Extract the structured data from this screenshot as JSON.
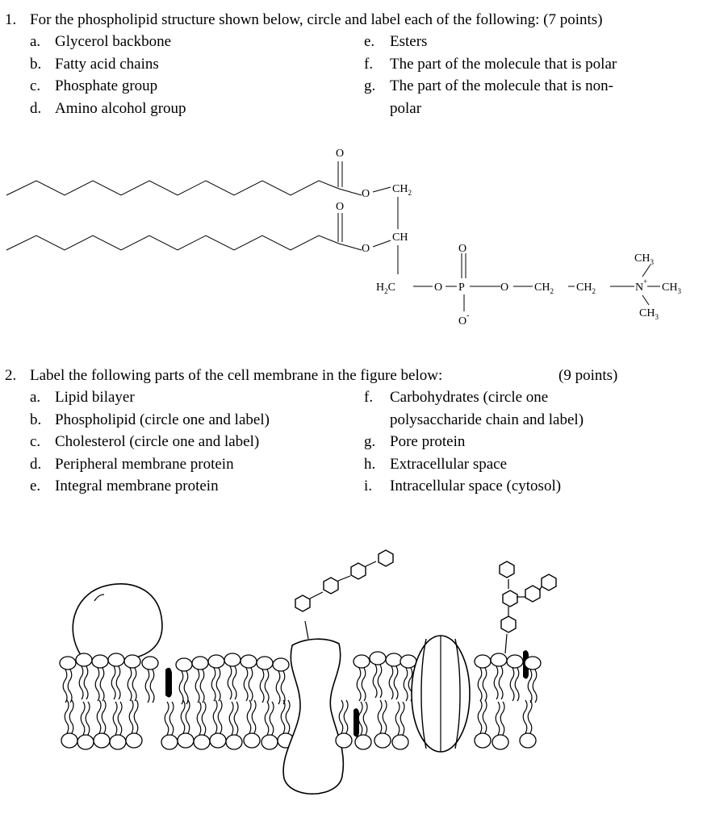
{
  "q1": {
    "number": "1.",
    "text": "For the phospholipid structure shown below, circle and label each of the following: (7 points)",
    "items": [
      {
        "letter": "a.",
        "text": "Glycerol backbone"
      },
      {
        "letter": "b.",
        "text": "Fatty acid chains"
      },
      {
        "letter": "c.",
        "text": "Phosphate group"
      },
      {
        "letter": "d.",
        "text": "Amino alcohol group"
      },
      {
        "letter": "e.",
        "text": "Esters"
      },
      {
        "letter": "f.",
        "text": "The part of the molecule that is polar"
      },
      {
        "letter": "g.",
        "text": "The part of the molecule that is non-"
      },
      {
        "letter": "",
        "text": "polar"
      }
    ]
  },
  "structure": {
    "o_top": "O",
    "o_bottom": "O",
    "o_ester1": "O",
    "o_ester2": "O",
    "ch2_top": "CH",
    "sub2": "2",
    "ch": "CH",
    "h2c": "H",
    "c": "C",
    "o_link1": "O",
    "p": "P",
    "o_p_top": "O",
    "o_p_bottom": "O",
    "minus": "-",
    "o_link2": "O",
    "ch2_a": "CH",
    "ch2_b": "CH",
    "n": "N",
    "plus": "+",
    "ch3": "CH",
    "sub3": "3"
  },
  "q2": {
    "number": "2.",
    "text": "Label the following parts of the cell membrane in the figure below:",
    "points": "(9 points)",
    "items": [
      {
        "letter": "a.",
        "text": "Lipid bilayer"
      },
      {
        "letter": "b.",
        "text": "Phospholipid (circle one and label)"
      },
      {
        "letter": "c.",
        "text": "Cholesterol (circle one and label)"
      },
      {
        "letter": "d.",
        "text": "Peripheral membrane protein"
      },
      {
        "letter": "e.",
        "text": "Integral membrane protein"
      },
      {
        "letter": "f.",
        "text": "Carbohydrates (circle one"
      },
      {
        "letter": "",
        "text": "polysaccharide chain and label)"
      },
      {
        "letter": "g.",
        "text": "Pore protein"
      },
      {
        "letter": "h.",
        "text": "Extracellular space"
      },
      {
        "letter": "i.",
        "text": "Intracellular space (cytosol)"
      }
    ]
  }
}
